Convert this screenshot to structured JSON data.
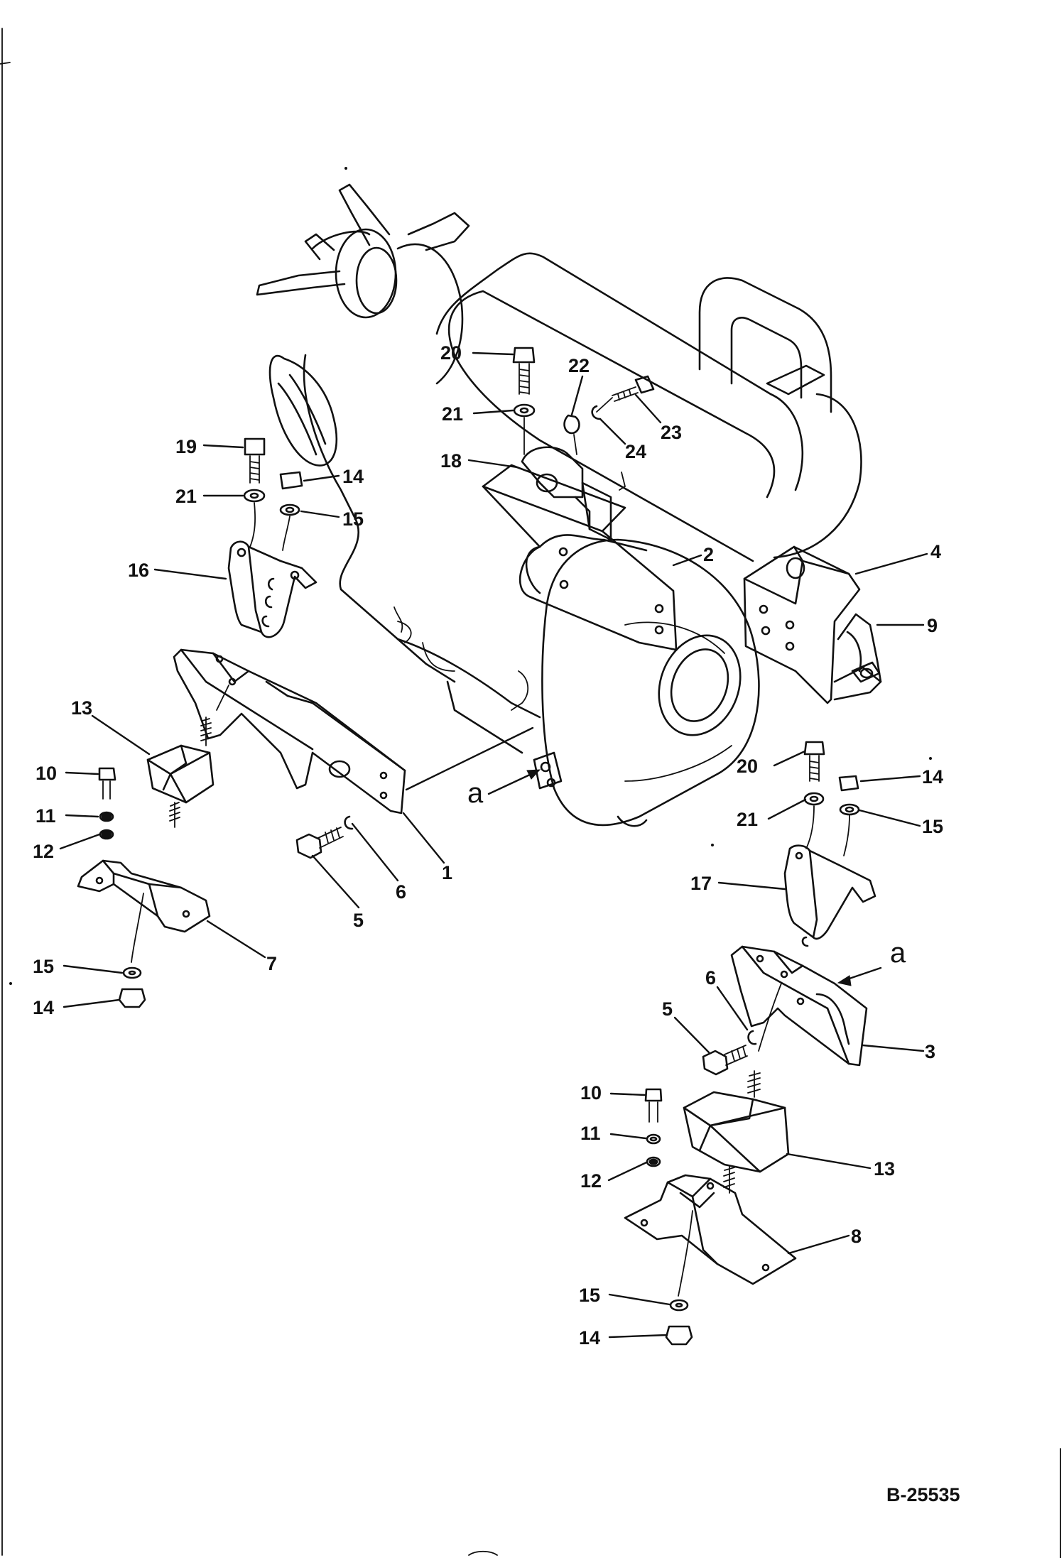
{
  "callouts": [
    {
      "id": "c20a",
      "text": "20"
    },
    {
      "id": "c22",
      "text": "22"
    },
    {
      "id": "c21a",
      "text": "21"
    },
    {
      "id": "c23",
      "text": "23"
    },
    {
      "id": "c24",
      "text": "24"
    },
    {
      "id": "c18",
      "text": "18"
    },
    {
      "id": "c19",
      "text": "19"
    },
    {
      "id": "c14a",
      "text": "14"
    },
    {
      "id": "c21b",
      "text": "21"
    },
    {
      "id": "c15a",
      "text": "15"
    },
    {
      "id": "c2",
      "text": "2"
    },
    {
      "id": "c4",
      "text": "4"
    },
    {
      "id": "c16",
      "text": "16"
    },
    {
      "id": "c9",
      "text": "9"
    },
    {
      "id": "c13a",
      "text": "13"
    },
    {
      "id": "c10a",
      "text": "10"
    },
    {
      "id": "c11a",
      "text": "11"
    },
    {
      "id": "c12a",
      "text": "12"
    },
    {
      "id": "c20b",
      "text": "20"
    },
    {
      "id": "c14b",
      "text": "14"
    },
    {
      "id": "c21c",
      "text": "21"
    },
    {
      "id": "c15b",
      "text": "15"
    },
    {
      "id": "c1",
      "text": "1"
    },
    {
      "id": "c6a",
      "text": "6"
    },
    {
      "id": "c5a",
      "text": "5"
    },
    {
      "id": "c17",
      "text": "17"
    },
    {
      "id": "c7",
      "text": "7"
    },
    {
      "id": "c15c",
      "text": "15"
    },
    {
      "id": "c14c",
      "text": "14"
    },
    {
      "id": "c6b",
      "text": "6"
    },
    {
      "id": "c5b",
      "text": "5"
    },
    {
      "id": "c3",
      "text": "3"
    },
    {
      "id": "c10b",
      "text": "10"
    },
    {
      "id": "c11b",
      "text": "11"
    },
    {
      "id": "c12b",
      "text": "12"
    },
    {
      "id": "c13b",
      "text": "13"
    },
    {
      "id": "c8",
      "text": "8"
    },
    {
      "id": "c15d",
      "text": "15"
    },
    {
      "id": "c14d",
      "text": "14"
    }
  ],
  "view_markers": [
    {
      "id": "a1",
      "text": "a"
    },
    {
      "id": "a2",
      "text": "a"
    }
  ],
  "document_number": "B-25535"
}
